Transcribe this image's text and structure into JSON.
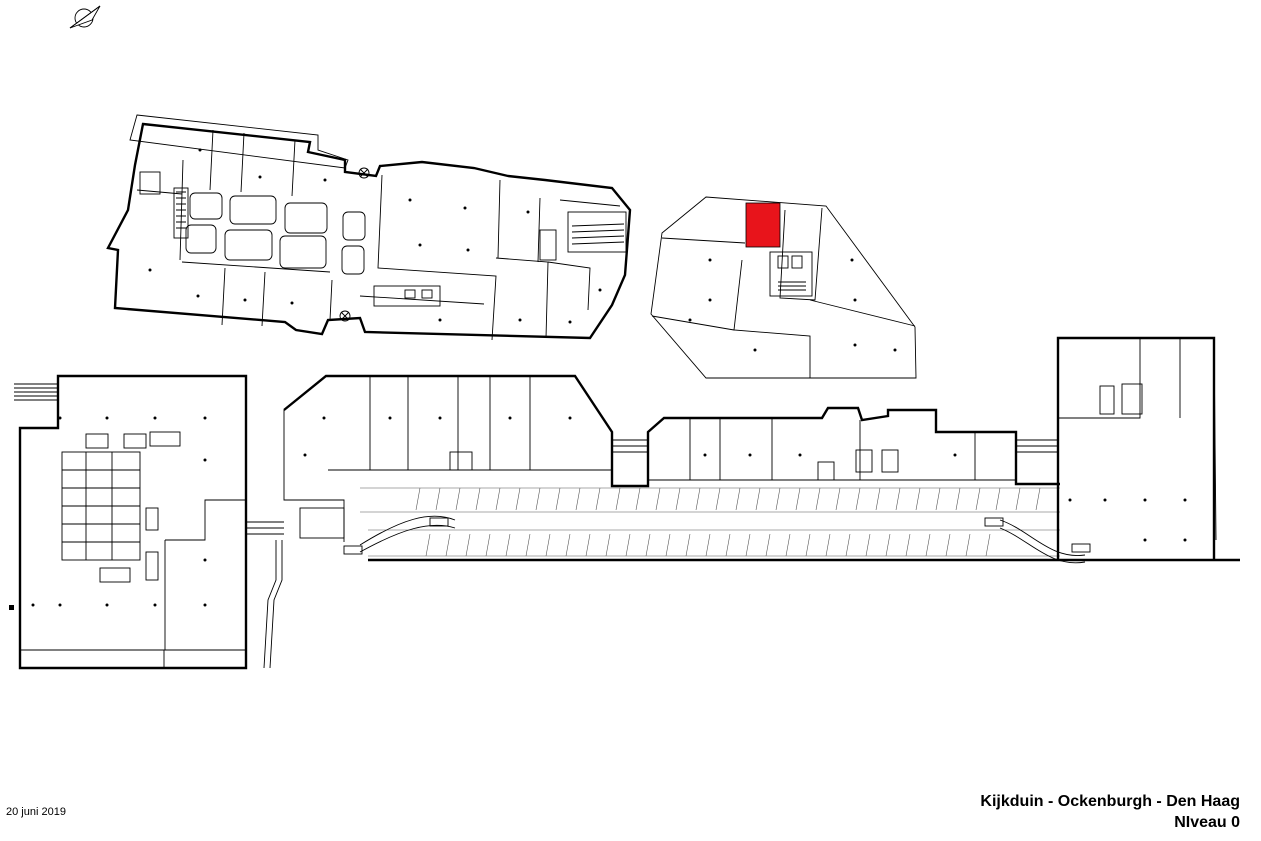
{
  "map": {
    "title": "Kijkduin - Ockenburgh - Den Haag",
    "level": "NIveau 0",
    "date": "20 juni 2019",
    "highlight_color": "#e8141b",
    "north_arrow": "compass-north-arrow-icon",
    "buildings": [
      "north-west-building",
      "north-east-building",
      "south-west-building",
      "south-central-building",
      "south-east-building"
    ]
  }
}
